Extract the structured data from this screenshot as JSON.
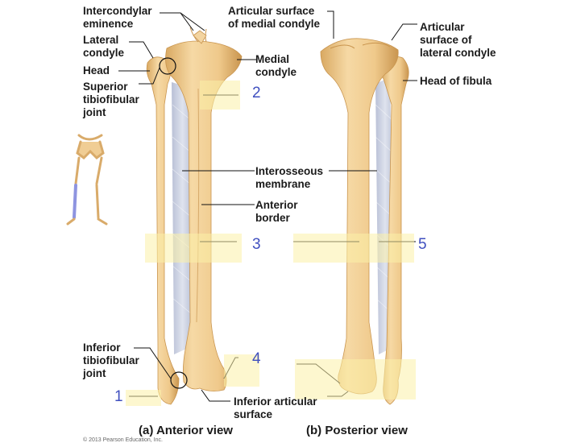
{
  "labels": {
    "intercondylar_eminence": "Intercondylar\neminence",
    "lateral_condyle": "Lateral\ncondyle",
    "head": "Head",
    "superior_tibiofibular_joint": "Superior\ntibiofibular\njoint",
    "articular_surface_medial": "Articular surface\nof medial condyle",
    "medial_condyle": "Medial\ncondyle",
    "articular_surface_lateral": "Articular\nsurface of\nlateral condyle",
    "head_of_fibula": "Head of fibula",
    "interosseous_membrane": "Interosseous\nmembrane",
    "anterior_border": "Anterior\nborder",
    "inferior_tibiofibular_joint": "Inferior\ntibiofibular\njoint",
    "inferior_articular_surface": "Inferior articular\nsurface"
  },
  "numbers": {
    "n1": "1",
    "n2": "2",
    "n3": "3",
    "n4": "4",
    "n5": "5"
  },
  "captions": {
    "anterior": "(a) Anterior view",
    "posterior": "(b) Posterior view"
  },
  "copyright": "© 2013 Pearson Education, Inc.",
  "colors": {
    "bone": "#f0cd94",
    "bone_shade": "#d9ab6a",
    "membrane": "#c9cfe0",
    "highlight": "#fbf0a8",
    "number": "#3f4fbf"
  }
}
